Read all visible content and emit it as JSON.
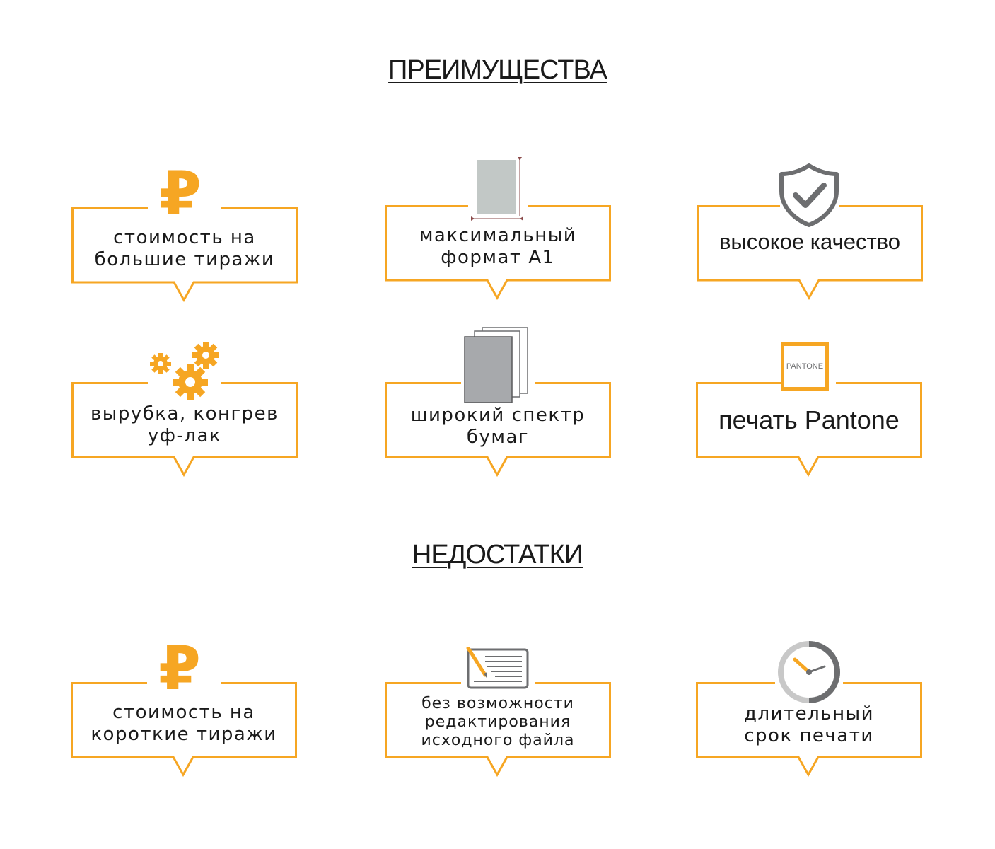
{
  "advantages": {
    "title": "ПРЕИМУЩЕСТВА",
    "items": [
      {
        "label_1": "стоимость на",
        "label_2": "большие тиражи",
        "icon": "ruble-icon"
      },
      {
        "label_1": "максимальный",
        "label_2": "формат А1",
        "icon": "paper-format-icon"
      },
      {
        "label_1": "высокое качество",
        "icon": "shield-check-icon"
      },
      {
        "label_1": "вырубка, конгрев",
        "label_2": "уф-лак",
        "icon": "gears-icon"
      },
      {
        "label_1": "широкий спектр",
        "label_2": "бумаг",
        "icon": "paper-stack-icon"
      },
      {
        "label_1": "печать Pantone",
        "icon": "pantone-icon",
        "pantone_text": "PANTONE"
      }
    ]
  },
  "disadvantages": {
    "title": "НЕДОСТАТКИ",
    "items": [
      {
        "label_1": "стоимость на",
        "label_2": "короткие тиражи",
        "icon": "ruble-icon"
      },
      {
        "label_1": "без возможности",
        "label_2": "редактирования",
        "label_3": "исходного файла",
        "icon": "document-pen-icon"
      },
      {
        "label_1": "длительный",
        "label_2": "срок печати",
        "icon": "clock-icon"
      }
    ]
  },
  "ruble_symbol": "₽",
  "colors": {
    "accent": "#f6a623",
    "gray": "#6d6e70",
    "text": "#1a1a1a"
  }
}
